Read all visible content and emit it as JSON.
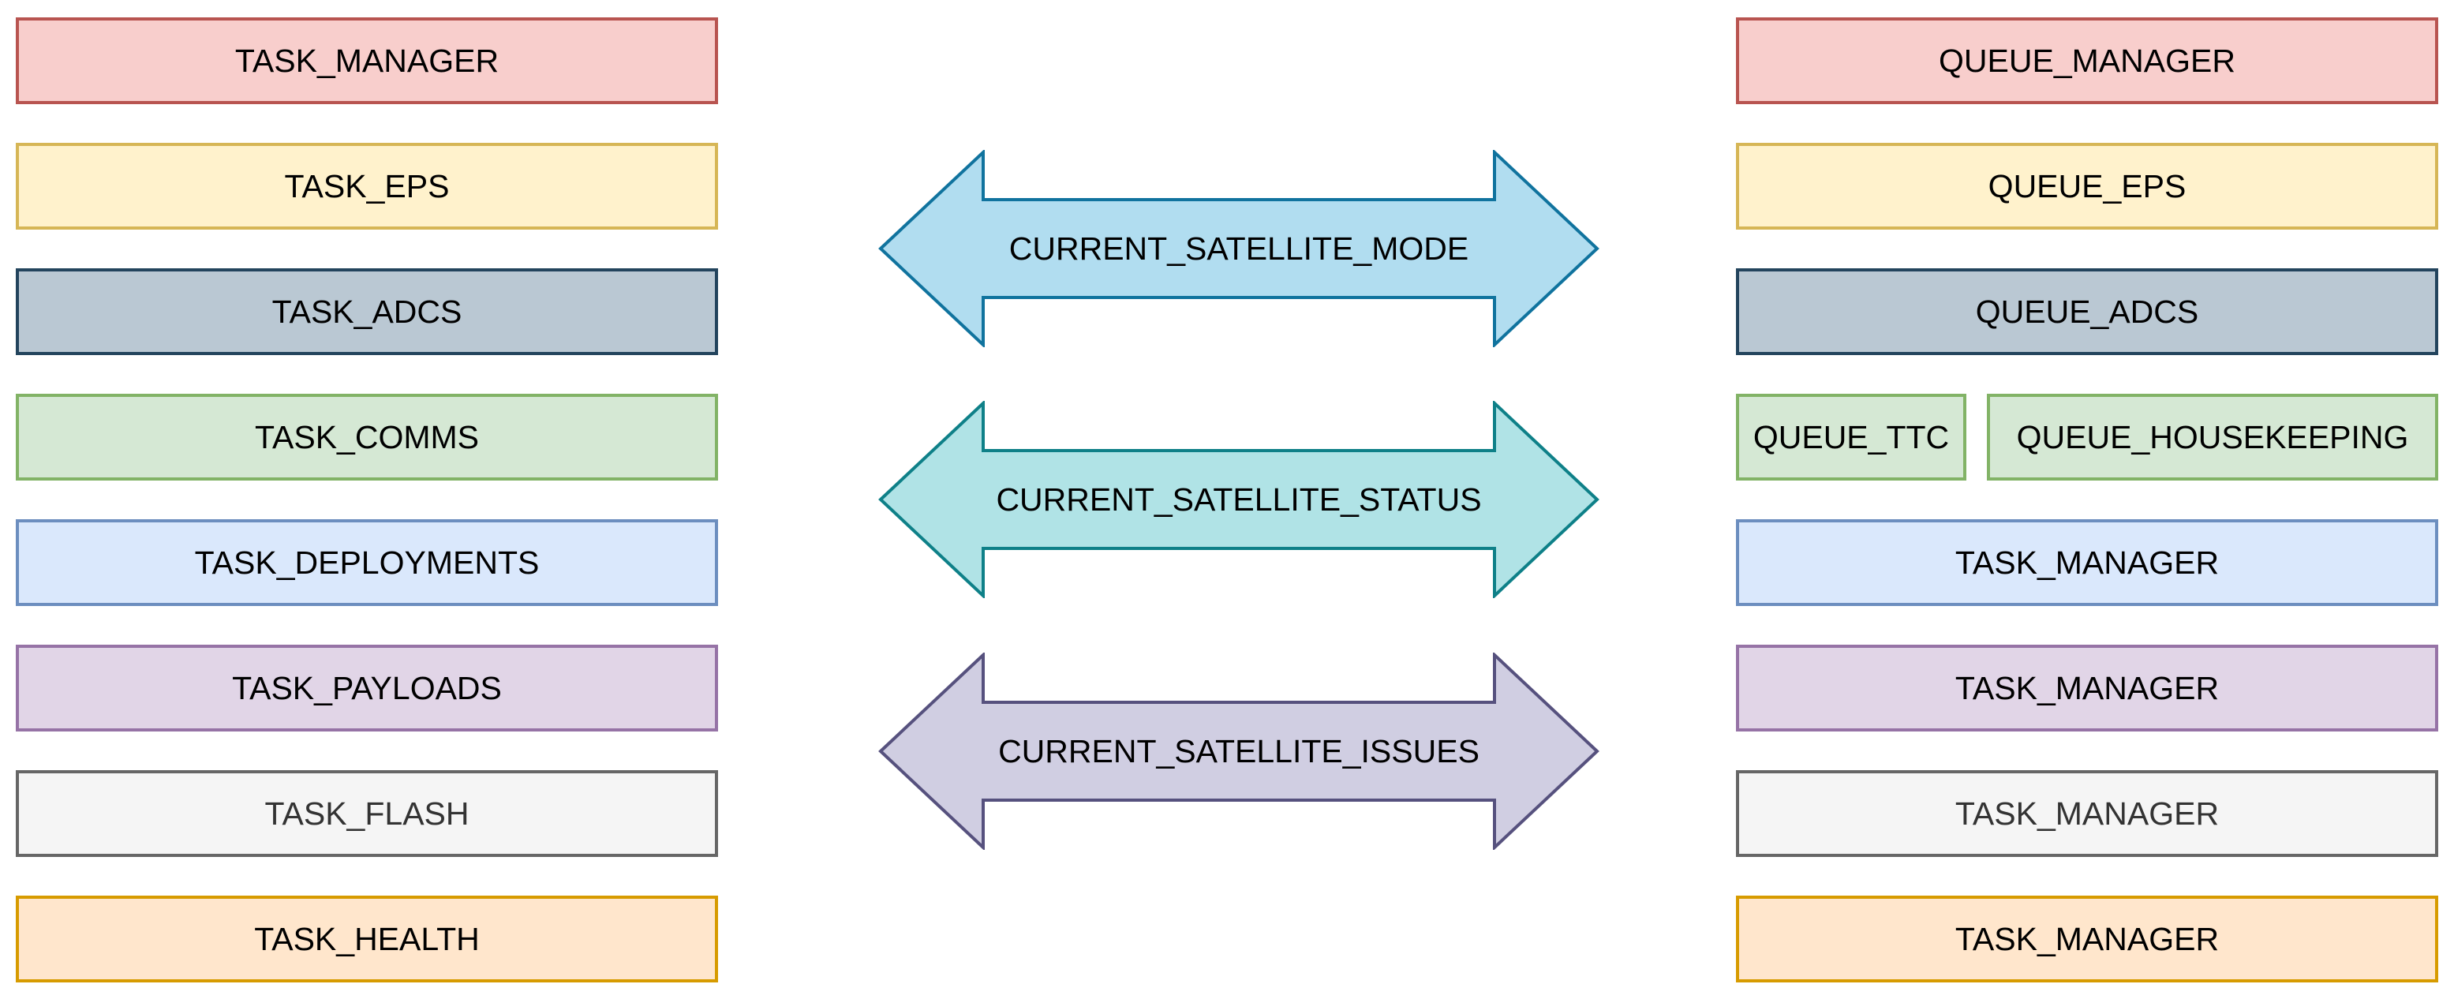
{
  "diagram": {
    "left_column": {
      "items": [
        {
          "label": "TASK_MANAGER",
          "color": "red"
        },
        {
          "label": "TASK_EPS",
          "color": "yellow"
        },
        {
          "label": "TASK_ADCS",
          "color": "bluegray"
        },
        {
          "label": "TASK_COMMS",
          "color": "green"
        },
        {
          "label": "TASK_DEPLOYMENTS",
          "color": "lightblue"
        },
        {
          "label": "TASK_PAYLOADS",
          "color": "purple"
        },
        {
          "label": "TASK_FLASH",
          "color": "gray"
        },
        {
          "label": "TASK_HEALTH",
          "color": "orange"
        }
      ]
    },
    "arrows": {
      "items": [
        {
          "label": "CURRENT_SATELLITE_MODE",
          "color": "blue"
        },
        {
          "label": "CURRENT_SATELLITE_STATUS",
          "color": "teal"
        },
        {
          "label": "CURRENT_SATELLITE_ISSUES",
          "color": "lavender"
        }
      ]
    },
    "right_column": {
      "items": [
        {
          "label": "QUEUE_MANAGER",
          "color": "red"
        },
        {
          "label": "QUEUE_EPS",
          "color": "yellow"
        },
        {
          "label": "QUEUE_ADCS",
          "color": "bluegray"
        },
        {
          "label": "QUEUE_TTC",
          "color": "green"
        },
        {
          "label": "QUEUE_HOUSEKEEPING",
          "color": "green"
        },
        {
          "label": "TASK_MANAGER",
          "color": "lightblue"
        },
        {
          "label": "TASK_MANAGER",
          "color": "purple"
        },
        {
          "label": "TASK_MANAGER",
          "color": "gray"
        },
        {
          "label": "TASK_MANAGER",
          "color": "orange"
        }
      ]
    }
  },
  "palette": {
    "red": {
      "fill": "#f8cecc",
      "stroke": "#b85450"
    },
    "yellow": {
      "fill": "#fff2cc",
      "stroke": "#d6b656"
    },
    "bluegray": {
      "fill": "#bac8d3",
      "stroke": "#23445d"
    },
    "green": {
      "fill": "#d5e8d4",
      "stroke": "#82b366"
    },
    "lightblue": {
      "fill": "#dae8fc",
      "stroke": "#6c8ebf"
    },
    "purple": {
      "fill": "#e1d5e7",
      "stroke": "#9673a6"
    },
    "gray": {
      "fill": "#f5f5f5",
      "stroke": "#666666",
      "text": "#333333"
    },
    "orange": {
      "fill": "#ffe6cc",
      "stroke": "#d79b00"
    },
    "arrow_blue": {
      "fill": "#b1ddf0",
      "stroke": "#10739e"
    },
    "arrow_teal": {
      "fill": "#b0e3e6",
      "stroke": "#0e8088"
    },
    "arrow_lavender": {
      "fill": "#d0cee2",
      "stroke": "#56517e"
    },
    "default_text": "#000000",
    "background": "#ffffff"
  }
}
